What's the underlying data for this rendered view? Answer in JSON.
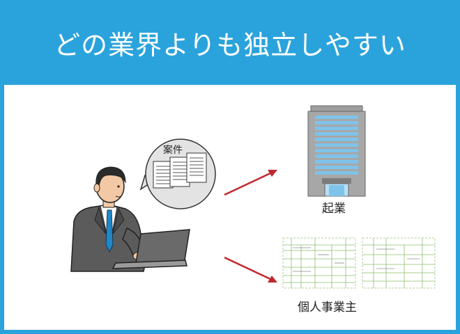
{
  "title": "どの業界よりも独立しやすい",
  "bubble_label": "案件",
  "targets": {
    "startup_label": "起業",
    "sole_proprietor_label": "個人事業主"
  },
  "icons": [
    "businessman-icon",
    "laptop-icon",
    "speech-bubble-icon",
    "document-icon",
    "office-building-icon",
    "tax-form-icon",
    "arrow-icon"
  ],
  "colors": {
    "header_bg": "#2aa3dc",
    "arrow": "#c0282d",
    "building_glass": "#7fc3ea",
    "suit": "#5b5b5b"
  }
}
